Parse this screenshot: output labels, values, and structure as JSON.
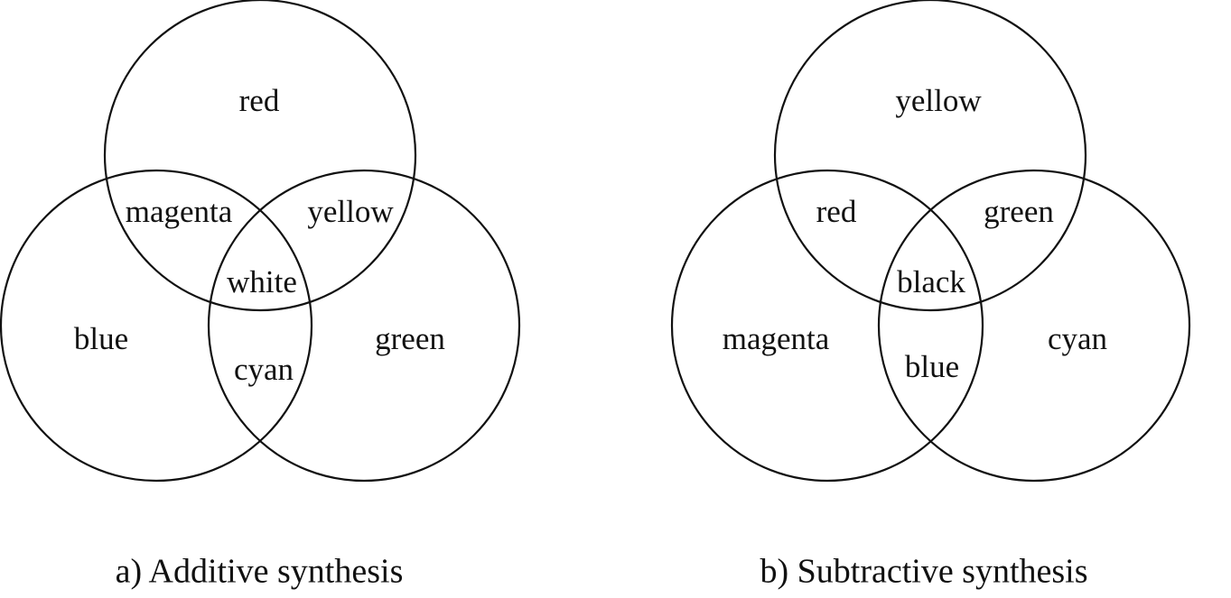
{
  "additive": {
    "top": "red",
    "left": "blue",
    "right": "green",
    "top_left": "magenta",
    "top_right": "yellow",
    "bottom": "cyan",
    "center": "white",
    "caption": "a) Additive synthesis"
  },
  "subtractive": {
    "top": "yellow",
    "left": "magenta",
    "right": "cyan",
    "top_left": "red",
    "top_right": "green",
    "bottom": "blue",
    "center": "black",
    "caption": "b) Subtractive synthesis"
  }
}
